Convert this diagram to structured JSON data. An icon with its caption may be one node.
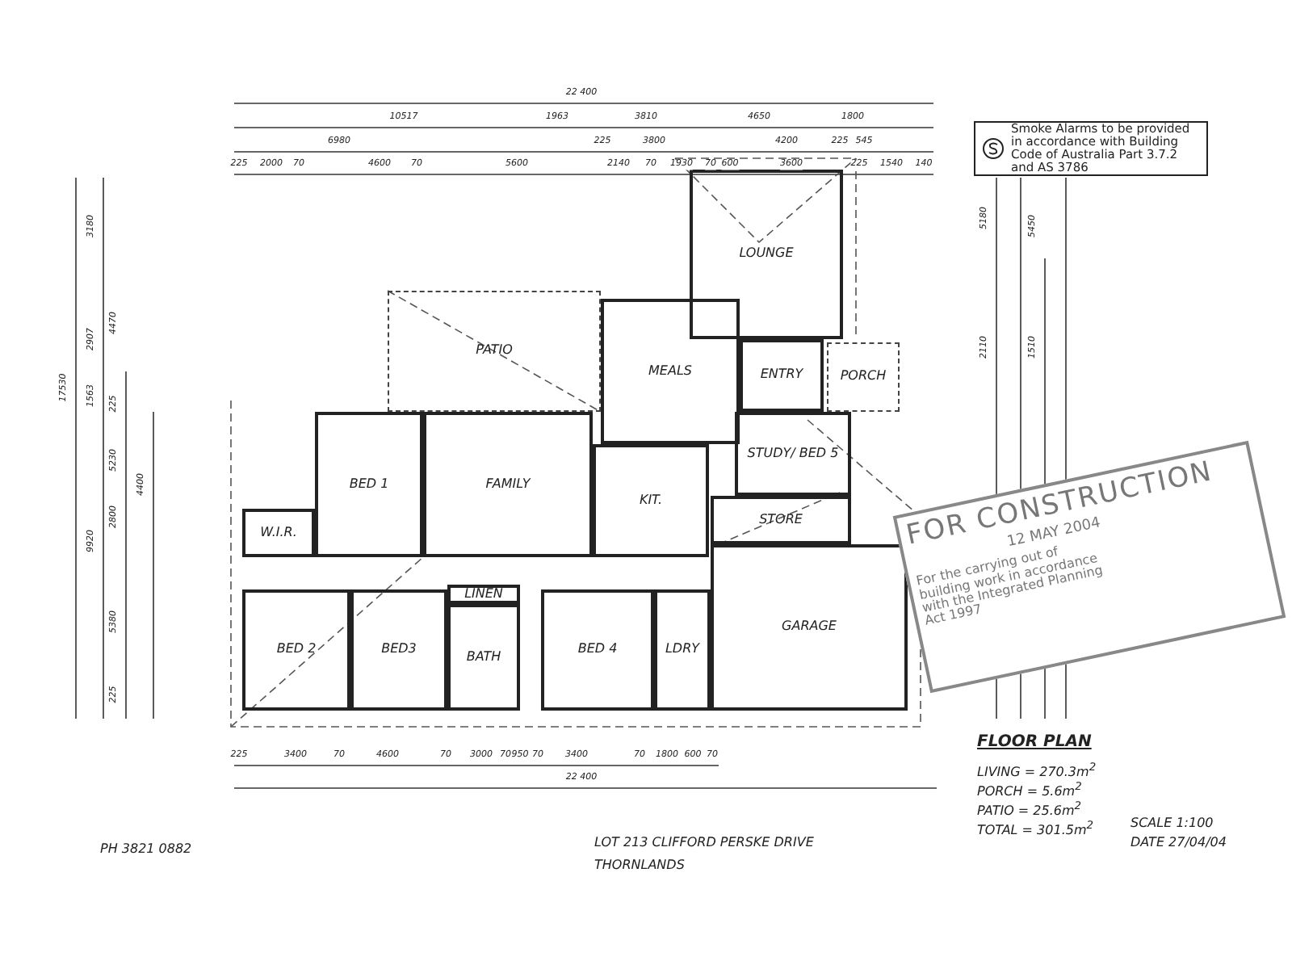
{
  "diagram": {
    "nodes": [
      {
        "text": [
          "LOUNGE"
        ]
      },
      {
        "text": [
          "PATIO"
        ]
      },
      {
        "text": [
          "MEALS"
        ]
      },
      {
        "text": [
          "ENTRY"
        ]
      },
      {
        "text": [
          "PORCH"
        ]
      },
      {
        "text": [
          "BED 1"
        ]
      },
      {
        "text": [
          "FAMILY"
        ]
      },
      {
        "text": [
          "KIT."
        ]
      },
      {
        "text": [
          "STUDY/ BED 5"
        ]
      },
      {
        "text": [
          "STORE"
        ]
      },
      {
        "text": [
          "GARAGE"
        ]
      },
      {
        "text": [
          "W.I.R."
        ]
      },
      {
        "text": [
          "BED 2"
        ]
      },
      {
        "text": [
          "BED3"
        ]
      },
      {
        "text": [
          "BATH"
        ]
      },
      {
        "text": [
          "LINEN"
        ]
      },
      {
        "text": [
          "BED 4"
        ]
      },
      {
        "text": [
          "LDRY"
        ]
      },
      {
        "text": [
          "Smoke Alarms to be provided in accordance with Building Code of Australia Part 3.7.2 and AS 3786"
        ]
      },
      {
        "text": [
          "FOR CONSTRUCTION",
          "12 MAY 2004",
          "For the carrying out of building work in accordance with the Integrated Planning Act 1997"
        ]
      }
    ],
    "labels": [
      "22 400",
      "10517",
      "1963",
      "3810",
      "4650",
      "1800",
      "6980",
      "225",
      "3800",
      "4200",
      "225",
      "545",
      "225",
      "2000",
      "70",
      "4600",
      "70",
      "5600",
      "2140",
      "70",
      "1930",
      "70",
      "600",
      "3600",
      "225",
      "1540",
      "140",
      "225",
      "3400",
      "70",
      "4600",
      "70",
      "3000",
      "70",
      "950",
      "70",
      "3400",
      "70",
      "1800",
      "600",
      "70",
      "22 400",
      "17530",
      "3180",
      "2907",
      "1563",
      "9920",
      "4470",
      "225",
      "5230",
      "2800",
      "5380",
      "225",
      "4400",
      "5180",
      "5450",
      "2110",
      "1510",
      "FLOOR PLAN",
      "LIVING = 270.3m$^{2}$",
      "PORCH = 5.6m$^{2}$",
      "PATIO = 25.6m$^{2}$",
      "TOTAL = 301.5m$^{2}$",
      "SCALE 1:100",
      "DATE 27/04/04",
      "PH 3821 0882",
      "LOT 213 CLIFFORD PERSKE DRIVE",
      "THORNLANDS"
    ]
  }
}
